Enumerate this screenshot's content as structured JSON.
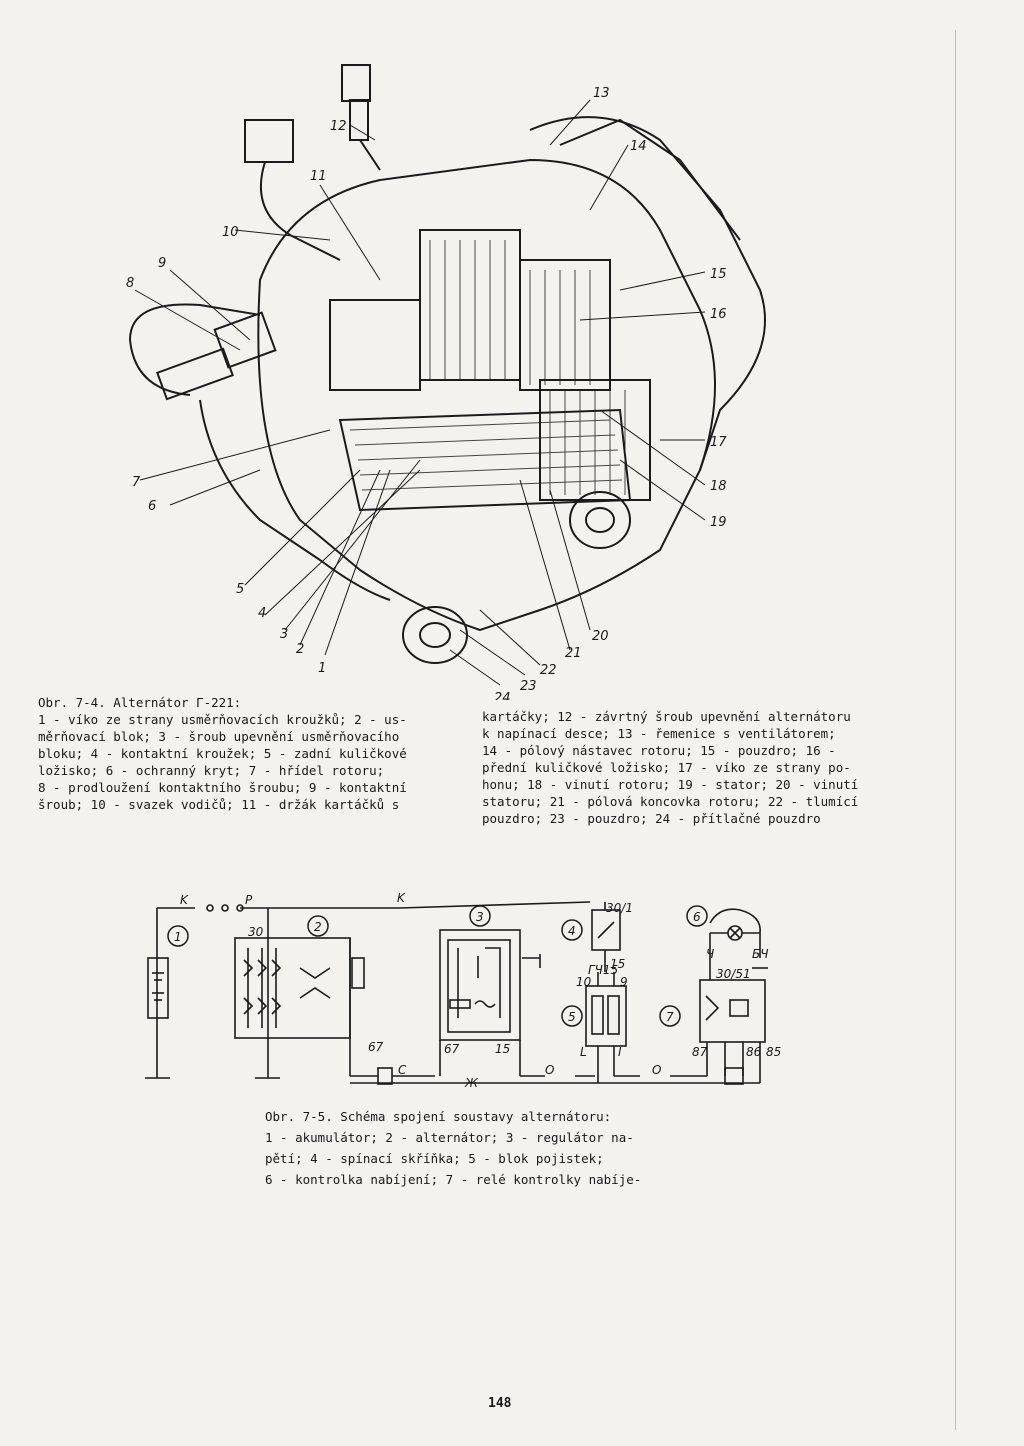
{
  "figure1": {
    "labels": [
      "1",
      "2",
      "3",
      "4",
      "5",
      "6",
      "7",
      "8",
      "9",
      "10",
      "11",
      "12",
      "13",
      "14",
      "15",
      "16",
      "17",
      "18",
      "19",
      "20",
      "21",
      "22",
      "23",
      "24"
    ]
  },
  "caption1": {
    "left_lines": [
      "Obr. 7-4. Alternátor Г-221:",
      "1 - víko ze strany usměrňovacích kroužků; 2 - us-",
      "měrňovací blok; 3 - šroub upevnění usměrňovacího",
      "bloku; 4 - kontaktní kroužek; 5 - zadní kuličkové",
      "ložisko; 6 - ochranný kryt; 7 - hřídel rotoru;",
      "8 - prodloužení kontaktního šroubu; 9 - kontaktní",
      "šroub; 10 - svazek vodičů; 11 - držák kartáčků s"
    ],
    "right_lines": [
      "kartáčky; 12 - závrtný šroub upevnění alternátoru",
      "k napínací desce; 13 - řemenice s ventilátorem;",
      "14 - pólový nástavec rotoru; 15 - pouzdro; 16 -",
      "přední kuličkové ložisko; 17 - víko ze strany po-",
      "honu; 18 - vinutí rotoru; 19 - stator; 20 - vinutí",
      "statoru; 21 - pólová koncovka rotoru; 22 - tlumící",
      "pouzdro; 23 - pouzdro; 24 - přítlačné pouzdro"
    ]
  },
  "figure2": {
    "wire_labels": {
      "K_top_left": "K",
      "P": "P",
      "K_top_mid": "K",
      "C": "C",
      "Zh": "Ж",
      "O1": "O",
      "O2": "O",
      "Ch": "Ч",
      "Bch": "БЧ"
    },
    "terminals": {
      "t30": "30",
      "t30_1": "30/1",
      "t15": "15",
      "tGch15": "ГЧ15",
      "t10": "10",
      "t9": "9",
      "t30_51": "30/51",
      "t67a": "67",
      "t67b": "67",
      "t15b": "15",
      "tL": "L",
      "tI": "I",
      "t87": "87",
      "t86": "86",
      "t85": "85"
    },
    "circles": [
      "1",
      "2",
      "3",
      "4",
      "5",
      "6",
      "7"
    ]
  },
  "caption2": {
    "lines": [
      "Obr. 7-5. Schéma spojení soustavy alternátoru:",
      "1 - akumulátor; 2 - alternátor; 3 - regulátor na-",
      "pětí; 4 - spínací skříňka; 5 - blok pojistek;",
      "6 - kontrolka nabíjení; 7 - relé kontrolky nabíje-"
    ]
  },
  "page_number": "148"
}
